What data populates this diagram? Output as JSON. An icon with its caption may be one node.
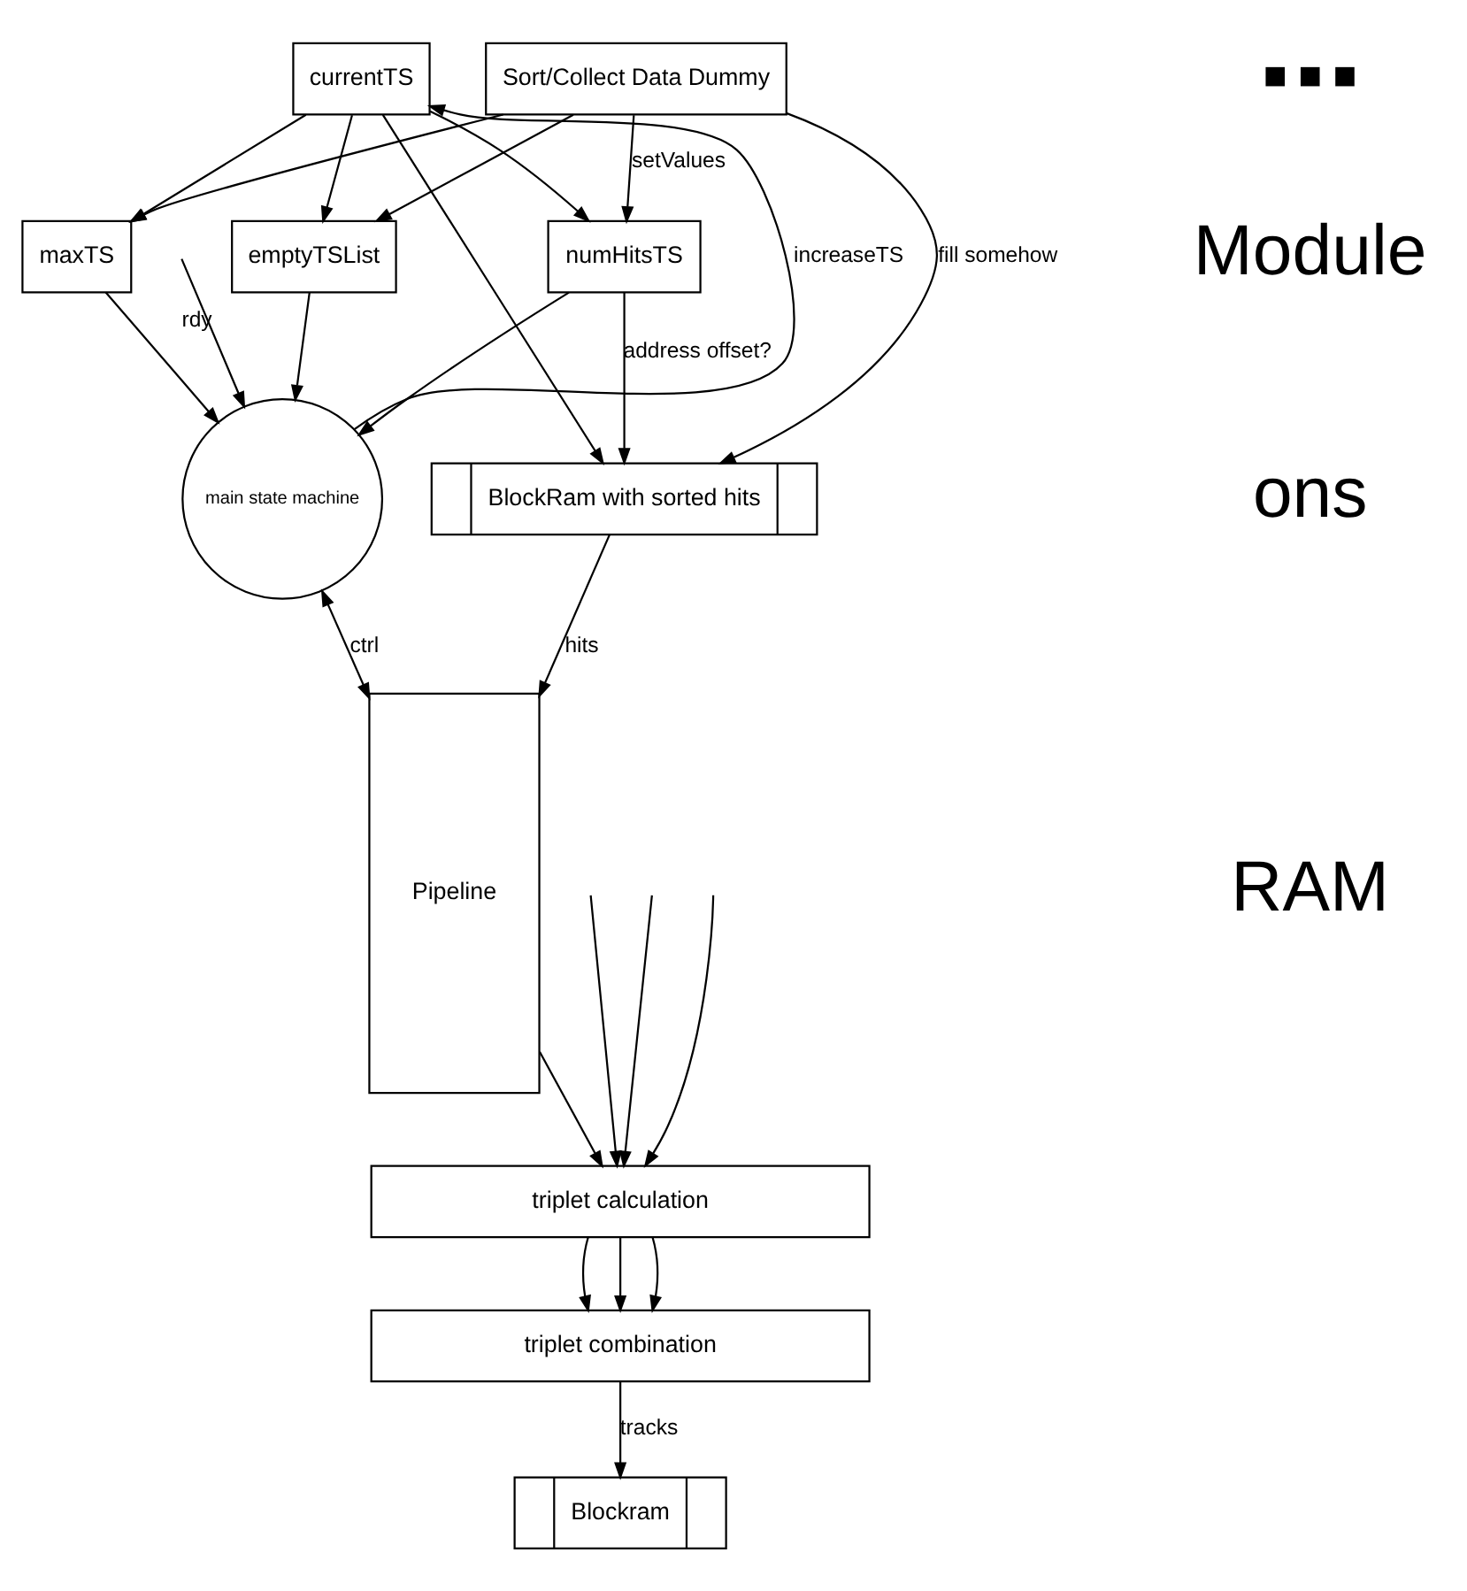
{
  "diagram": {
    "nodes": [
      {
        "text": [
          "Sort/Collect Data Dummy"
        ]
      },
      {
        "text": [
          "BlockRam with sorted hits"
        ]
      },
      {
        "text": [
          "currentTS"
        ]
      },
      {
        "text": [
          "emptyTSList"
        ]
      },
      {
        "text": [
          "numHitsTS"
        ]
      },
      {
        "text": [
          "maxTS"
        ]
      },
      {
        "text": [
          "main state machine"
        ]
      },
      {
        "text": [
          "Pipeline"
        ]
      },
      {
        "text": [
          "triplet calculation"
        ]
      },
      {
        "text": [
          "triplet combination"
        ]
      },
      {
        "text": [
          "Blockram"
        ]
      }
    ],
    "edges": [
      {
        "from": 0,
        "to": 1,
        "arrow": "to",
        "label": "fill somehow"
      },
      {
        "from": 0,
        "to": 3,
        "arrow": "to"
      },
      {
        "from": 0,
        "to": 4,
        "arrow": "to",
        "label": "setValues"
      },
      {
        "from": 0,
        "to": 5,
        "arrow": "to"
      },
      {
        "from": 2,
        "to": 1,
        "arrow": "to"
      },
      {
        "from": 2,
        "to": 3,
        "arrow": "to"
      },
      {
        "from": 2,
        "to": 4,
        "arrow": "to"
      },
      {
        "from": 2,
        "to": 5,
        "arrow": "to"
      },
      {
        "from": 4,
        "to": 1,
        "arrow": "to",
        "label": "address offset?"
      },
      {
        "from": 3,
        "to": 6,
        "arrow": "to"
      },
      {
        "from": 4,
        "to": 6,
        "arrow": "to"
      },
      {
        "from": 5,
        "to": 6,
        "arrow": "to"
      },
      {
        "from": 6,
        "to": 2,
        "arrow": "to",
        "label": "increaseTS"
      },
      {
        "from": 6,
        "to": 7,
        "arrow": "both",
        "label": "ctrl"
      },
      {
        "from": null,
        "to": 6,
        "arrow": "to",
        "label": "rdy"
      },
      {
        "from": 1,
        "to": 7,
        "arrow": "to",
        "label": "hits"
      },
      {
        "from": 7,
        "to": 8,
        "arrow": "to"
      },
      {
        "from": null,
        "to": 8,
        "arrow": "to"
      },
      {
        "from": null,
        "to": 8,
        "arrow": "to"
      },
      {
        "from": null,
        "to": 8,
        "arrow": "to"
      },
      {
        "from": 8,
        "to": 9,
        "arrow": "to"
      },
      {
        "from": 8,
        "to": 9,
        "arrow": "to"
      },
      {
        "from": 8,
        "to": 9,
        "arrow": "to"
      },
      {
        "from": 9,
        "to": 10,
        "arrow": "to",
        "label": "tracks"
      }
    ],
    "labels": [
      "■ ■ ■",
      "Module",
      "ons",
      "RAM"
    ]
  }
}
